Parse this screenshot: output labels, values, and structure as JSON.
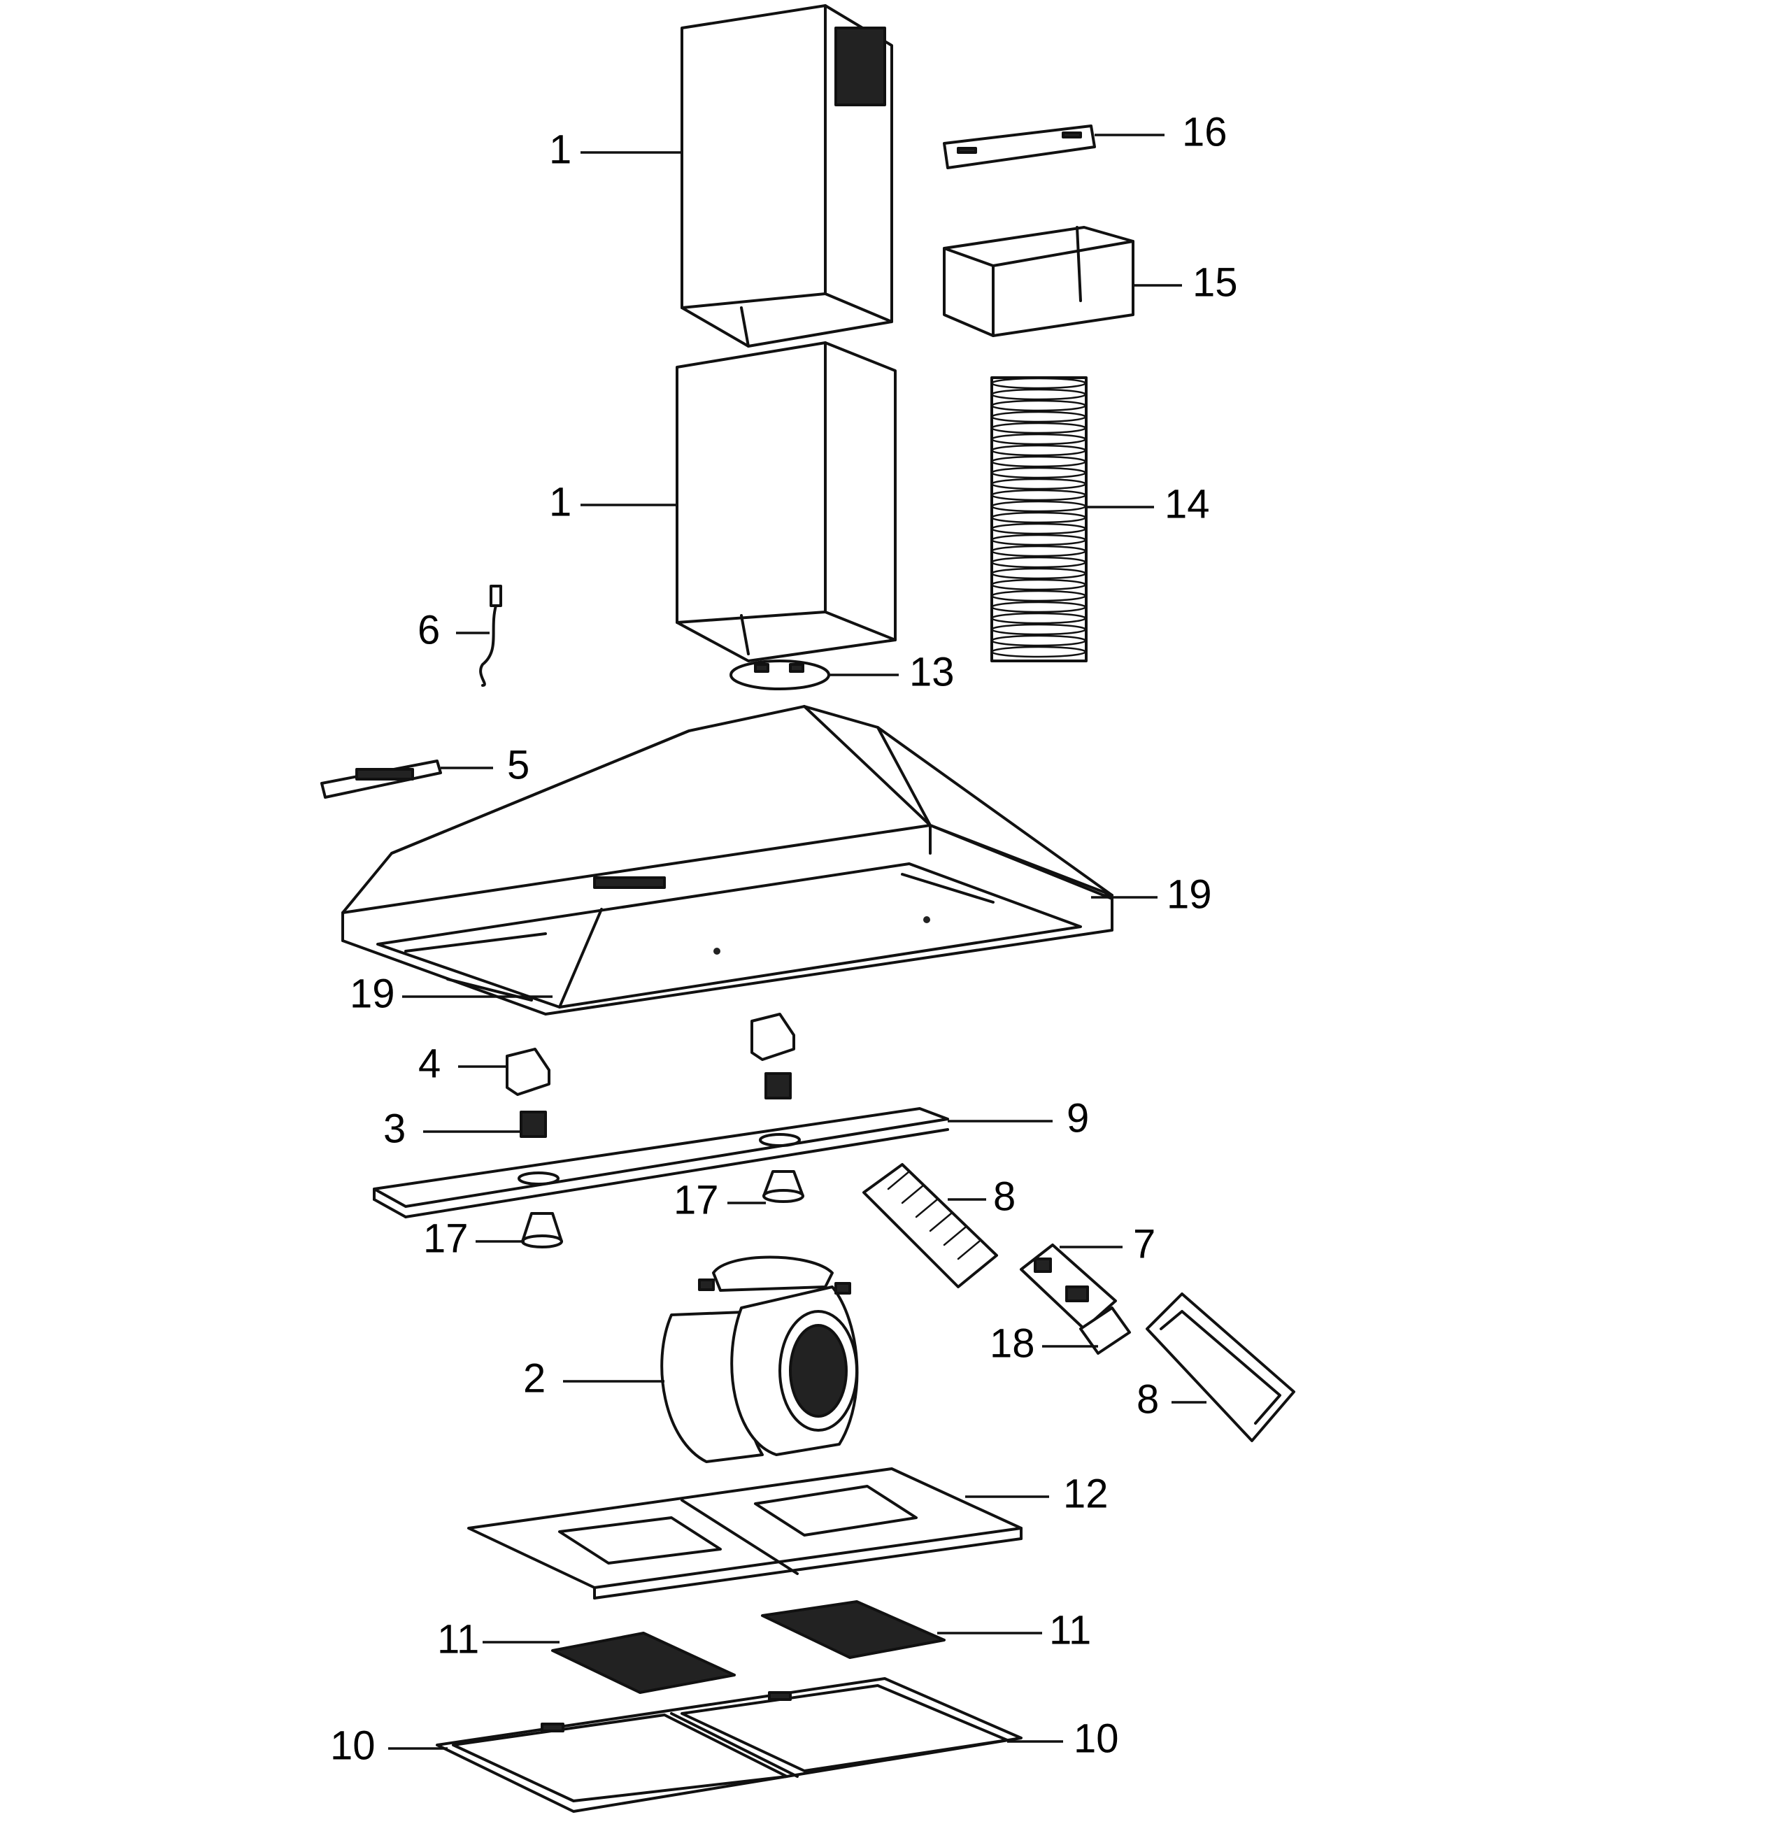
{
  "diagram": {
    "callouts": [
      "1",
      "16",
      "15",
      "1",
      "14",
      "6",
      "13",
      "5",
      "19",
      "19",
      "4",
      "3",
      "9",
      "17",
      "8",
      "17",
      "7",
      "2",
      "18",
      "8",
      "12",
      "11",
      "11",
      "10",
      "10"
    ]
  }
}
